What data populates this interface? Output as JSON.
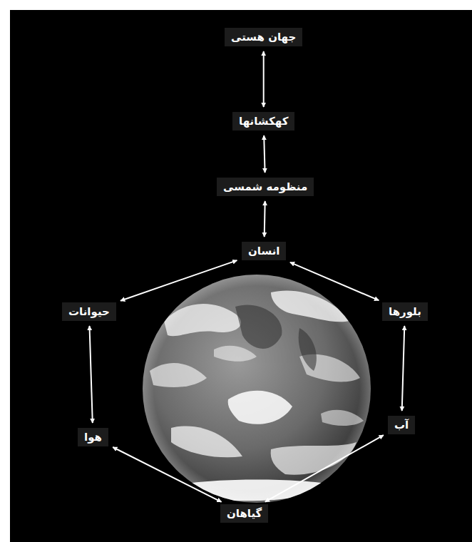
{
  "diagram": {
    "nodes": [
      {
        "text": [
          "جهان هستی"
        ]
      },
      {
        "text": [
          "کهکشانها"
        ]
      },
      {
        "text": [
          "منظومه شمسی"
        ]
      },
      {
        "text": [
          "انسان"
        ]
      },
      {
        "text": [
          "حیوانات"
        ]
      },
      {
        "text": [
          "بلورها"
        ]
      },
      {
        "text": [
          "هوا"
        ]
      },
      {
        "text": [
          "آب"
        ]
      },
      {
        "text": [
          "گیاهان"
        ]
      }
    ],
    "edges": [
      {
        "from": 0,
        "to": 1,
        "arrow": "both"
      },
      {
        "from": 1,
        "to": 2,
        "arrow": "both"
      },
      {
        "from": 2,
        "to": 3,
        "arrow": "both"
      },
      {
        "from": 3,
        "to": 4,
        "arrow": "both"
      },
      {
        "from": 3,
        "to": 5,
        "arrow": "both"
      },
      {
        "from": 4,
        "to": 6,
        "arrow": "both"
      },
      {
        "from": 5,
        "to": 7,
        "arrow": "both"
      },
      {
        "from": 6,
        "to": 8,
        "arrow": "both"
      },
      {
        "from": 8,
        "to": 7,
        "arrow": "both"
      }
    ]
  }
}
